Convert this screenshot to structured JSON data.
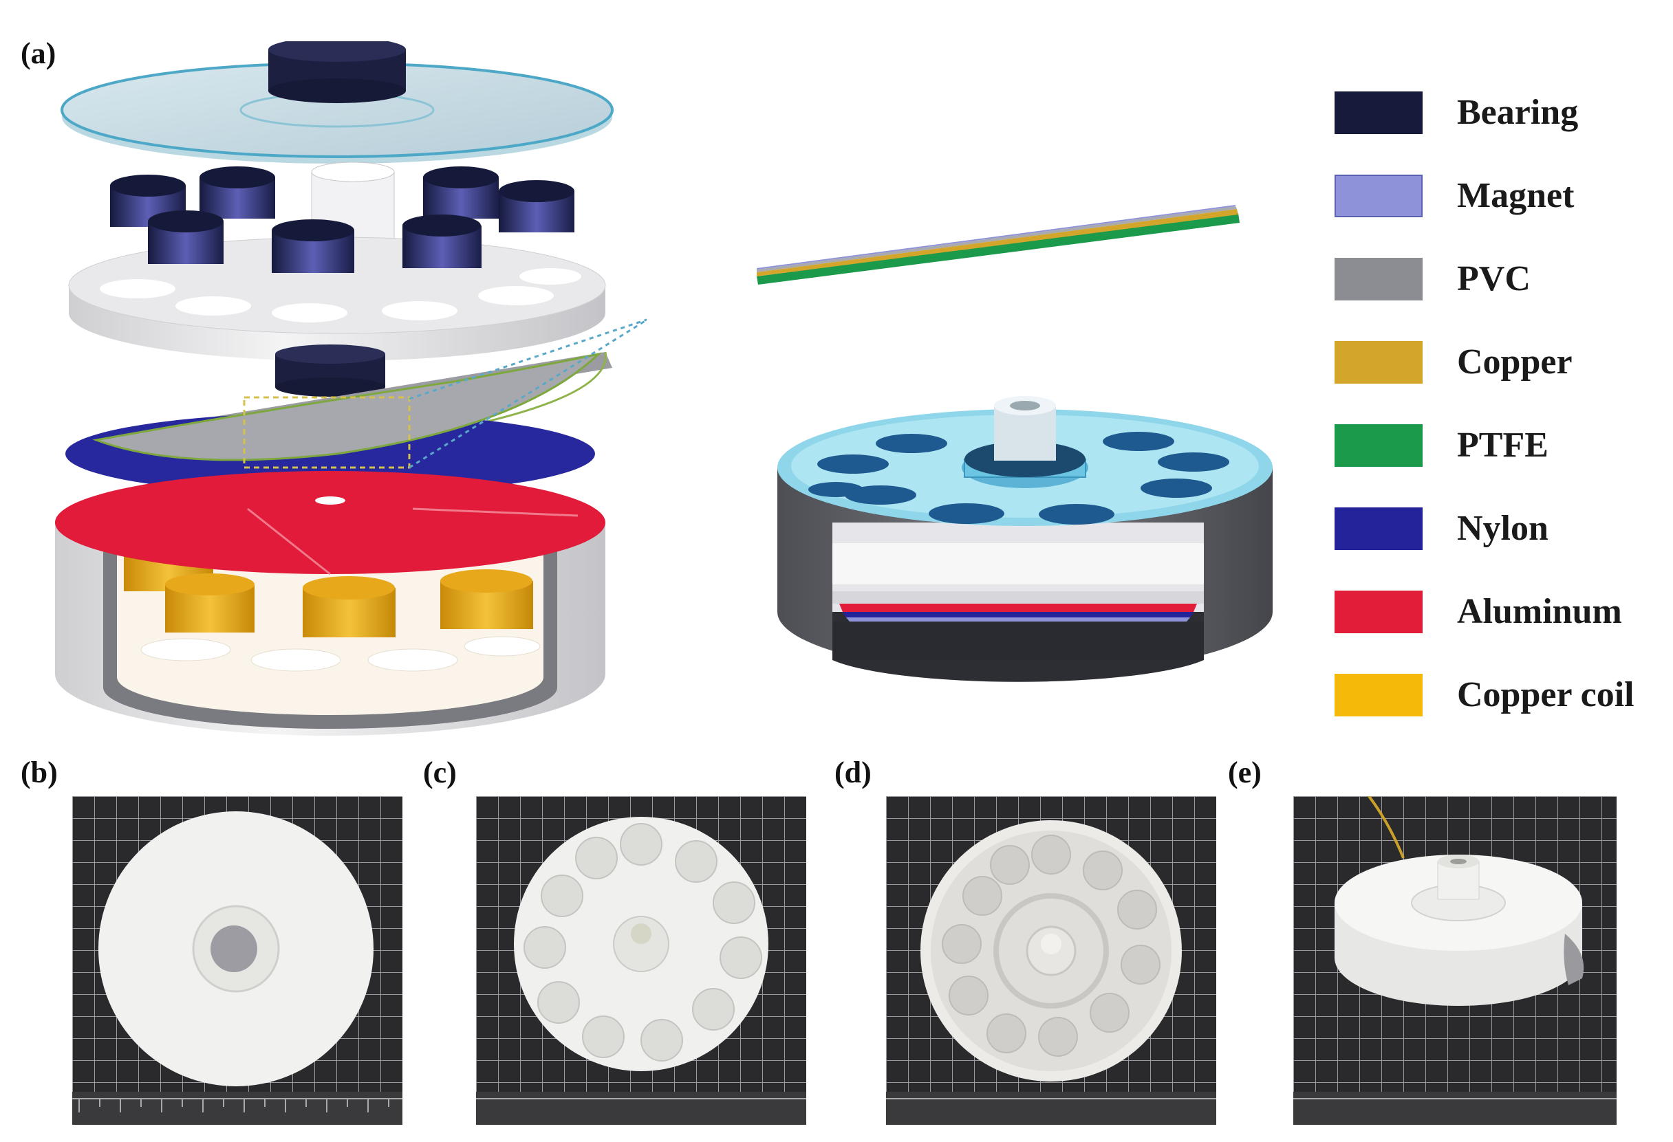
{
  "panels": {
    "a": "(a)",
    "b": "(b)",
    "c": "(c)",
    "d": "(d)",
    "e": "(e)"
  },
  "legend": [
    {
      "label": "Bearing",
      "color": "#171b3b"
    },
    {
      "label": "Magnet",
      "color": "#8e92d8"
    },
    {
      "label": "PVC",
      "color": "#8c8d93"
    },
    {
      "label": "Copper",
      "color": "#d3a52a"
    },
    {
      "label": "PTFE",
      "color": "#1a9a4a"
    },
    {
      "label": "Nylon",
      "color": "#25239a"
    },
    {
      "label": "Aluminum",
      "color": "#e21d3a"
    },
    {
      "label": "Copper coil",
      "color": "#f5b90a"
    }
  ],
  "icons": {
    "exploded_view": "exploded-device-illustration",
    "assembled_view": "assembled-device-cutaway",
    "film_inset": "layered-film-inset",
    "photo_b": "rotor-disc-photo",
    "photo_c": "magnet-holder-photo",
    "photo_d": "coil-holder-photo",
    "photo_e": "assembled-device-photo"
  }
}
